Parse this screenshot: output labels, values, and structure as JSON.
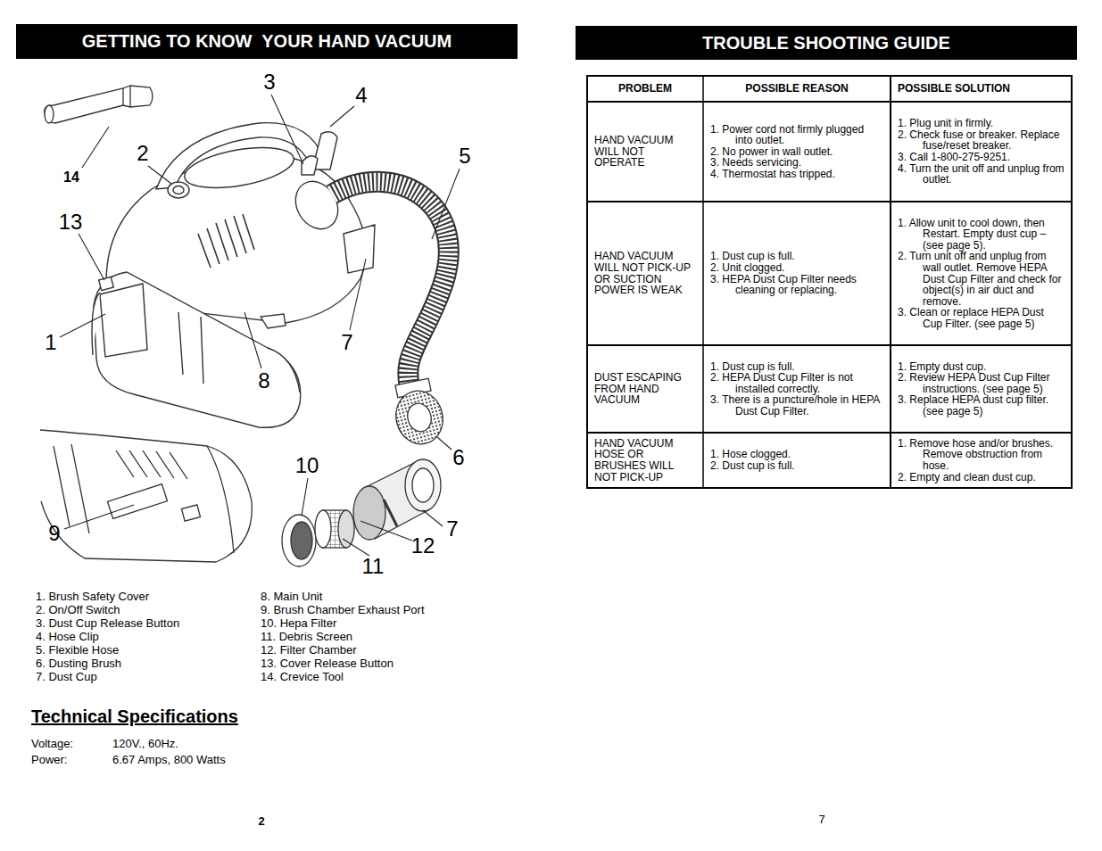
{
  "diagram": {
    "nodes": [
      {
        "text": [
          "GETTING TO KNOW  YOUR HAND VACUUM"
        ]
      },
      {
        "text": [
          "TROUBLE SHOOTING GUIDE"
        ]
      }
    ],
    "labels": [
      "3",
      "4",
      "2",
      "5",
      "14",
      "13",
      "1",
      "7",
      "8",
      "6",
      "10",
      "9",
      "7",
      "12",
      "11",
      "1. Brush Safety Cover",
      "2. On/Off Switch",
      "3. Dust Cup Release Button",
      "4. Hose Clip",
      "5. Flexible Hose",
      "6. Dusting Brush",
      "7. Dust Cup",
      "8. Main Unit",
      "9. Brush Chamber Exhaust Port",
      "10. Hepa Filter",
      "11. Debris Screen",
      "12. Filter Chamber",
      "13. Cover Release Button",
      "14. Crevice Tool",
      "Technical Specifications",
      "Voltage:",
      "120V., 60Hz.",
      "Power:",
      "6.67 Amps, 800 Watts",
      "2",
      "PROBLEM",
      "POSSIBLE REASON",
      "POSSIBLE SOLUTION",
      "HAND VACUUM WILL NOT OPERATE",
      "1. Power cord not firmly plugged into outlet.",
      "2. No power in wall outlet.",
      "3. Needs servicing.",
      "4. Thermostat has tripped.",
      "1. Plug unit in firmly.",
      "2. Check fuse or breaker. Replace fuse/reset breaker.",
      "3. Call 1-800-275-9251.",
      "4. Turn the unit off and unplug from outlet.",
      "HAND VACUUM WILL NOT PICK-UP OR SUCTION POWER IS WEAK",
      "1. Dust cup is full.",
      "2. Unit clogged.",
      "3. HEPA Dust Cup Filter needs cleaning or replacing.",
      "1. Allow unit to cool down, then Restart. Empty dust cup – (see page 5).",
      "2. Turn unit off and unplug from wall outlet. Remove HEPA Dust Cup Filter and check for object(s) in air duct and remove.",
      "3. Clean or replace HEPA Dust Cup Filter. (see page 5)",
      "DUST ESCAPING FROM HAND VACUUM",
      "1. Dust cup is full.",
      "2. HEPA Dust Cup Filter is not installed correctly.",
      "3. There is a puncture/hole in HEPA Dust Cup Filter.",
      "1. Empty dust cup.",
      "2. Review HEPA Dust Cup Filter instructions. (see page 5)",
      "3. Replace HEPA dust cup filter. (see page 5)",
      "HAND VACUUM HOSE OR BRUSHES WILL NOT PICK-UP",
      "1. Hose clogged.",
      "2. Dust cup is full.",
      "1. Remove hose and/or brushes. Remove obstruction from hose.",
      "2. Empty and clean dust cup.",
      "7"
    ]
  }
}
